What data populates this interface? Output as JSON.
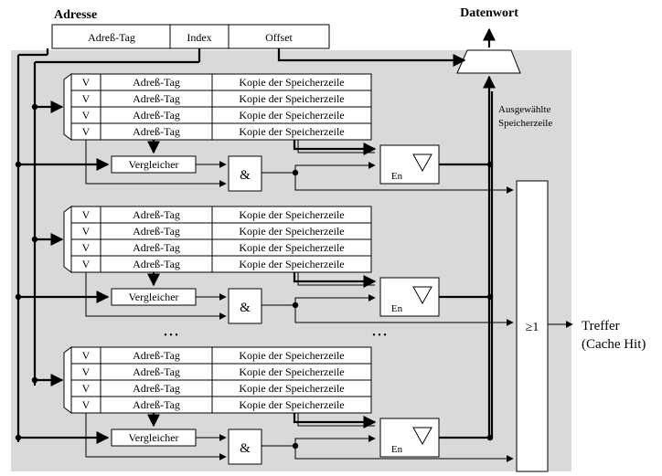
{
  "labels": {
    "address_title": "Adresse",
    "address_fields": [
      "Adreß-Tag",
      "Index",
      "Offset"
    ],
    "dataword": "Datenwort",
    "selected_line": [
      "Ausgewählte",
      "Speicherzeile"
    ],
    "comparator": "Vergleicher",
    "and_gate": "&",
    "enable": "En",
    "or_gate": "≥1",
    "output": [
      "Treffer",
      "(Cache Hit)"
    ],
    "ellipsis": "• • •"
  },
  "cache_row": {
    "v": "V",
    "tag": "Adreß-Tag",
    "data": "Kopie der Speicherzeile"
  },
  "ways": 3,
  "rows_per_way": 4,
  "colors": {
    "background_panel": "#d9d9d9",
    "line": "#000000",
    "box_fill": "#ffffff"
  }
}
